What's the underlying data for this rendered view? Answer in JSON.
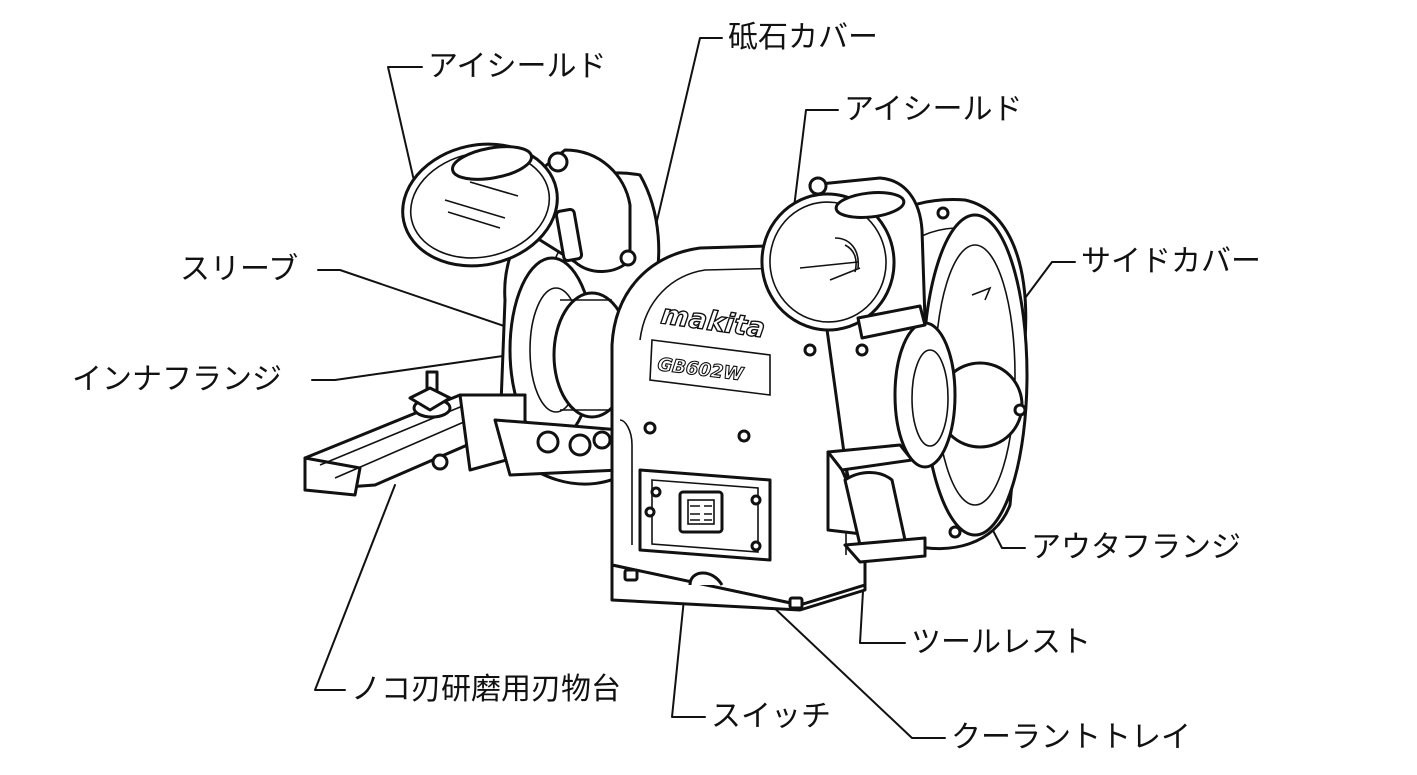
{
  "figure": {
    "brand": "makita",
    "model": "GB602W",
    "labels": {
      "eye_shield_left": "アイシールド",
      "wheel_cover": "砥石カバー",
      "eye_shield_right": "アイシールド",
      "side_cover": "サイドカバー",
      "sleeve": "スリーブ",
      "inner_flange": "インナフランジ",
      "outer_flange": "アウタフランジ",
      "tool_rest": "ツールレスト",
      "saw_blade_rest": "ノコ刃研磨用刃物台",
      "switch": "スイッチ",
      "coolant_tray": "クーラントトレイ"
    }
  }
}
